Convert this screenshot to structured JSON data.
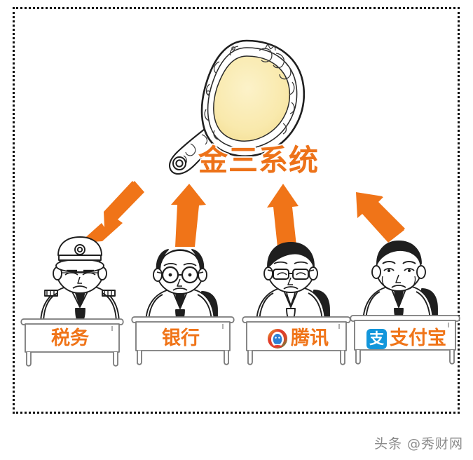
{
  "page": {
    "background_color": "#ffffff",
    "frame": {
      "style": "dotted",
      "color": "#111111"
    }
  },
  "diagram": {
    "title": "金三系统",
    "title_color": "#ED7219",
    "accent_color": "#F07418",
    "mirror": {
      "name": "hand-mirror",
      "glass_color": "#F8E7A8",
      "frame_color": "#ffffff",
      "outline_color": "#1a1a1a"
    },
    "arrows": [
      {
        "id": "arrow-tax",
        "from": "税务",
        "to": "金三系统",
        "direction": "up-right",
        "color": "#F07418"
      },
      {
        "id": "arrow-bank",
        "from": "银行",
        "to": "金三系统",
        "direction": "up",
        "color": "#F07418"
      },
      {
        "id": "arrow-tencent",
        "from": "腾讯",
        "to": "金三系统",
        "direction": "up",
        "color": "#F07418"
      },
      {
        "id": "arrow-alipay",
        "from": "支付宝",
        "to": "金三系统",
        "direction": "up-left",
        "color": "#F07418"
      }
    ],
    "sources": [
      {
        "id": "tax",
        "label": "税务",
        "logo": "none",
        "figure": "uniformed-tax-officer-with-peaked-cap"
      },
      {
        "id": "bank",
        "label": "银行",
        "logo": "none",
        "figure": "bald-man-with-round-glasses"
      },
      {
        "id": "tencent",
        "label": "腾讯",
        "logo": "tencent-penguin-logo",
        "logo_colors": [
          "#E23B2E",
          "#F5A623",
          "#1D9E4A",
          "#2C7FD4"
        ],
        "figure": "man-with-dark-hair-and-glasses"
      },
      {
        "id": "alipay",
        "label": "支付宝",
        "logo": "alipay-zhi-logo",
        "logo_glyph": "支",
        "logo_color": "#1296DB",
        "figure": "man-with-short-dark-hair"
      }
    ]
  },
  "watermark": {
    "text": "头条 @秀财网"
  }
}
